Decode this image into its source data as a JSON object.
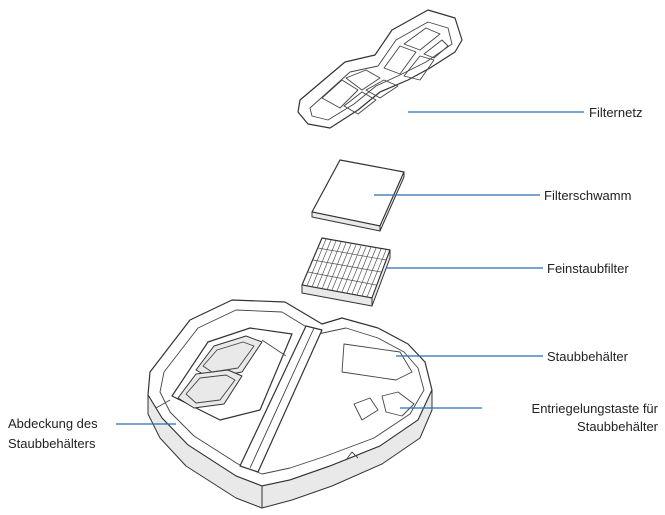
{
  "labels": {
    "filternetz": "Filternetz",
    "filterschwamm": "Filterschwamm",
    "feinstaubfilter": "Feinstaubfilter",
    "staubbehaelter": "Staubbehälter",
    "entriegelung_line1": "Entriegelungstaste für",
    "entriegelung_line2": "Staubbehälter",
    "abdeckung_line1": "Abdeckung des",
    "abdeckung_line2": "Staubbehälters"
  },
  "colors": {
    "leader_line": "#2a6db5",
    "outline": "#333333",
    "label_text": "#222222"
  }
}
